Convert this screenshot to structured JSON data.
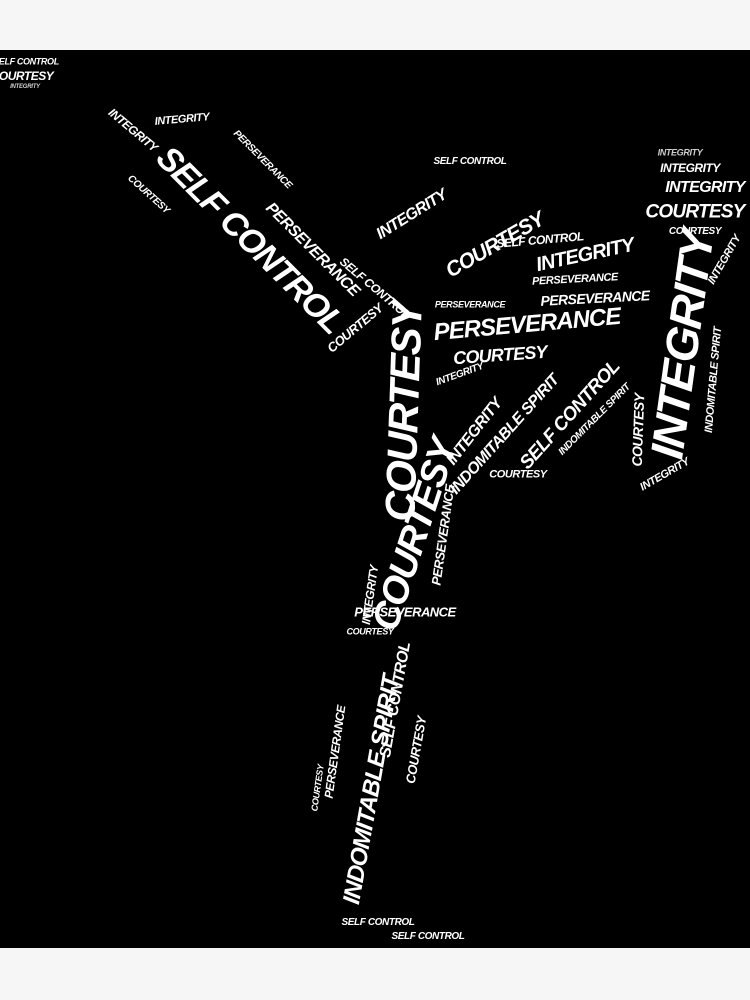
{
  "background_color": "#000000",
  "frame_color": "#f6f6f6",
  "text_color": "#ffffff",
  "words": [
    "SELF CONTROL",
    "PERSEVERANCE",
    "COURTESY",
    "COURTESY",
    "INTEGRITY",
    "PERSEVERANCE",
    "COURTESY",
    "INDOMITABLE SPIRIT",
    "SELF CONTROL",
    "INDOMITABLE SPIRIT",
    "INTEGRITY",
    "INTEGRITY",
    "COURTESY",
    "INTEGRITY",
    "INTEGRITY",
    "INTEGRITY",
    "COURTESY",
    "INTEGRITY",
    "SELF CONTROL",
    "PERSEVERANCE",
    "PERSEVERANCE",
    "COURTESY",
    "SELF CONTROL",
    "INTEGRITY",
    "INTEGRITY",
    "INTEGRITY",
    "PERSEVERANCE",
    "COURTESY",
    "COURTESY",
    "INDOMITABLE SPIRIT",
    "SELF CONTROL",
    "SELF CONTROL",
    "SELF CONTROL",
    "COURTESY",
    "PERSEVERANCE",
    "SELF CONTROL",
    "COURTESY",
    "INTEGRITY",
    "PERSEVERANCE",
    "COURTESY",
    "PERSEVERANCE",
    "INTEGRITY",
    "INDOMITABLE SPIRIT",
    "COURTESY",
    "SELF CONTROL",
    "PERSEVERANCE",
    "INTEGRITY",
    "COURTESY",
    "INTEGRITY",
    "COURTESY"
  ]
}
